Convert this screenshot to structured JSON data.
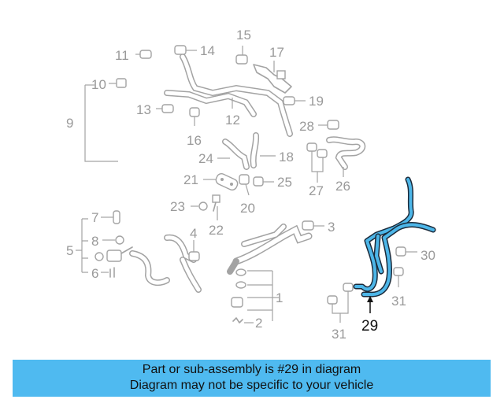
{
  "callouts": {
    "c1": "1",
    "c2": "2",
    "c3": "3",
    "c4": "4",
    "c5": "5",
    "c6": "6",
    "c7": "7",
    "c8": "8",
    "c9": "9",
    "c10": "10",
    "c11": "11",
    "c12": "12",
    "c13": "13",
    "c14": "14",
    "c15": "15",
    "c16": "16",
    "c17": "17",
    "c18": "18",
    "c19": "19",
    "c20": "20",
    "c21": "21",
    "c22": "22",
    "c23": "23",
    "c24": "24",
    "c25": "25",
    "c26": "26",
    "c27": "27",
    "c28": "28",
    "c29": "29",
    "c30": "30",
    "c31a": "31",
    "c31b": "31"
  },
  "highlight_color": "#4db6e8",
  "banner": {
    "line1": "Part or sub-assembly is #29 in diagram",
    "line2": "Diagram may not be specific to your vehicle",
    "color": "#4fbaf0"
  }
}
